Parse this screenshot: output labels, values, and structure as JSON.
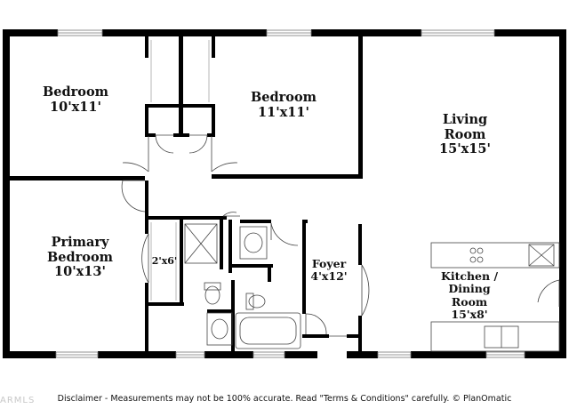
{
  "rooms": {
    "bedroom_1": {
      "name": "Bedroom",
      "dims": "10'x11'"
    },
    "bedroom_2": {
      "name": "Bedroom",
      "dims": "11'x11'"
    },
    "living_room": {
      "name_line1": "Living",
      "name_line2": "Room",
      "dims": "15'x15'"
    },
    "primary_bedroom": {
      "name_line1": "Primary",
      "name_line2": "Bedroom",
      "dims": "10'x13'"
    },
    "closet": {
      "dims": "2'x6'"
    },
    "foyer": {
      "name": "Foyer",
      "dims": "4'x12'"
    },
    "kitchen_dining": {
      "name_line1": "Kitchen /",
      "name_line2": "Dining",
      "name_line3": "Room",
      "dims": "15'x8'"
    }
  },
  "footer": {
    "disclaimer": "Disclaimer - Measurements may not be 100% accurate. Read \"Terms & Conditions\" carefully. © PlanOmatic",
    "watermark": "ARMLS"
  }
}
